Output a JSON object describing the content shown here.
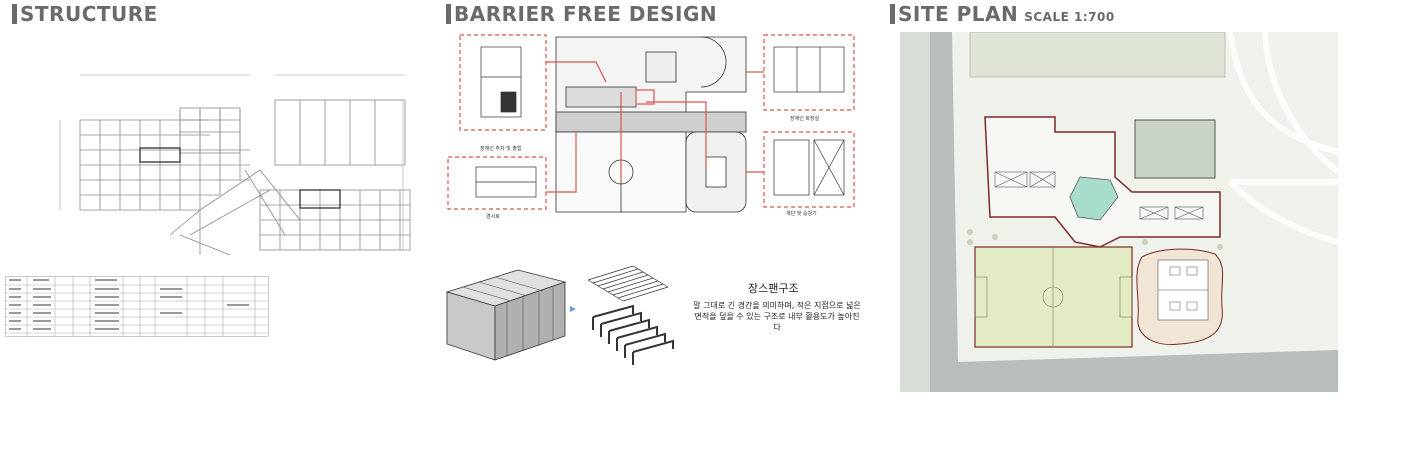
{
  "sections": {
    "structure": {
      "title": "STRUCTURE"
    },
    "barrier_free": {
      "title": "BARRIER FREE DESIGN"
    },
    "site_plan": {
      "title": "SITE PLAN",
      "scale": "SCALE 1:700"
    }
  },
  "barrier_free_labels": {
    "elevator": "장애인 주차 및 출입",
    "ramp": "경사로",
    "toilet": "장애인 화장실",
    "stair": "계단 및 승강기"
  },
  "long_span": {
    "title": "장스팬구조",
    "description": "말 그대로 긴 경간을 의미하며, 적은 지점으로 넓은 면적을 덮을 수 있는 구조로 내부 활용도가 높아진다"
  },
  "colors": {
    "field": "#e8edcf",
    "road": "#b8bdbd",
    "ground": "#eef2ea",
    "building_outline": "#7a2a2a",
    "red_dash": "#d9534f",
    "pool": "#a8dccd"
  }
}
